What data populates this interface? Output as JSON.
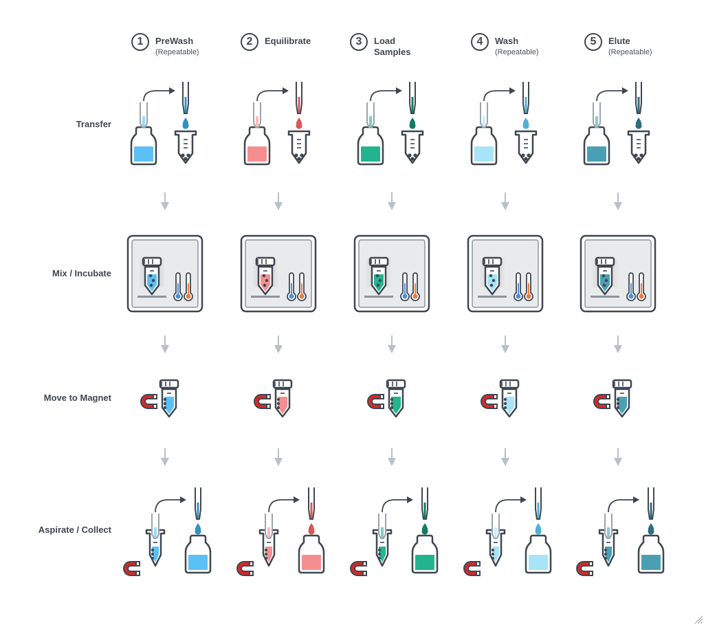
{
  "steps": [
    {
      "number": "1",
      "title": "PreWash",
      "subtitle": "(Repeatable)",
      "color": "#5bc0f5",
      "dark": "#2f93c7"
    },
    {
      "number": "2",
      "title": "Equilibrate",
      "subtitle": "",
      "color": "#f58f8f",
      "dark": "#d95858"
    },
    {
      "number": "3",
      "title": "Load\nSamples",
      "subtitle": "",
      "color": "#22b48e",
      "dark": "#157a65"
    },
    {
      "number": "4",
      "title": "Wash",
      "subtitle": "(Repeatable)",
      "color": "#a8e3f7",
      "dark": "#4fb0d8"
    },
    {
      "number": "5",
      "title": "Elute",
      "subtitle": "(Repeatable)",
      "color": "#4a9fb4",
      "dark": "#2c6e80"
    }
  ],
  "rows": [
    {
      "label": "Transfer",
      "icon": "bottle-to-tube-transfer-icon"
    },
    {
      "label": "Mix / Incubate",
      "icon": "incubator-mixer-icon"
    },
    {
      "label": "Move to Magnet",
      "icon": "tube-on-magnet-icon"
    },
    {
      "label": "Aspirate / Collect",
      "icon": "magnet-tube-to-bottle-icon"
    }
  ],
  "colors": {
    "outline": "#3f4650",
    "flow_arrow": "#b9c0c8",
    "magnet": "#d42a2a",
    "thermo_cold": "#4a90e2",
    "thermo_hot": "#f07a3c"
  }
}
